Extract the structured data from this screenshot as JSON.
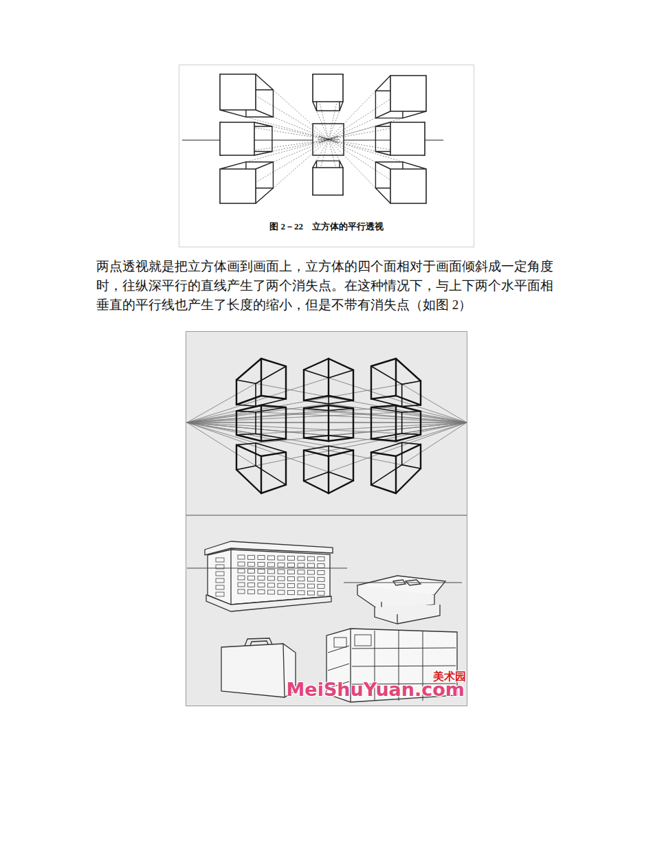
{
  "diagram": {
    "caption": "图 2－22　立方体的平行透视",
    "labels": [
      "两点透视就是把立方体画到画面上，立方体的四个面相对于画面倾斜成一定角度时，往纵深平行的直线产生了两个消失点。在这种情况下，与上下两个水平面相垂直的平行线也产生了长度的缩小，但是不带有消失点（如图 2）",
      "MeiShuYuan.com",
      "美术园"
    ]
  }
}
